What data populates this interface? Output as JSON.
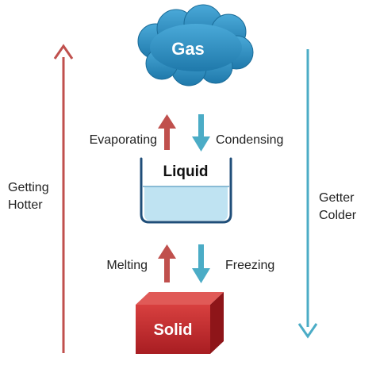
{
  "diagram": {
    "states": {
      "gas": "Gas",
      "liquid": "Liquid",
      "solid": "Solid"
    },
    "transitions": {
      "evaporating": "Evaporating",
      "condensing": "Condensing",
      "melting": "Melting",
      "freezing": "Freezing"
    },
    "sides": {
      "hotter_line1": "Getting",
      "hotter_line2": "Hotter",
      "colder_line1": "Getter",
      "colder_line2": "Colder"
    },
    "colors": {
      "warm_arrow": "#c0504d",
      "cool_arrow": "#4bacc6",
      "cloud": "#2c8cbf",
      "water": "#bfe3f2",
      "solid": "#c0282c"
    }
  }
}
